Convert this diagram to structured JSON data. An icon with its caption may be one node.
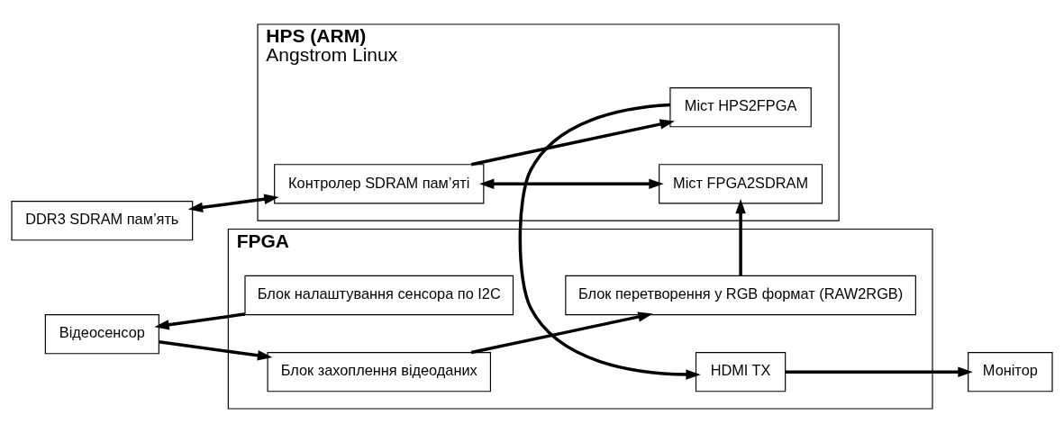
{
  "diagram": {
    "nodes": [
      {
        "text": [
          "DDR3 SDRAM пам’ять"
        ]
      },
      {
        "text": [
          "HPS (ARM)",
          "Angstrom Linux"
        ]
      },
      {
        "text": [
          "Контролер SDRAM пам’яті"
        ],
        "in": 1
      },
      {
        "text": [
          "Міст FPGA2SDRAM"
        ],
        "in": 1
      },
      {
        "text": [
          "Міст HPS2FPGA"
        ],
        "in": 1
      },
      {
        "text": [
          "FPGA"
        ]
      },
      {
        "text": [
          "Блок захоплення відеоданих"
        ],
        "in": 5
      },
      {
        "text": [
          "Блок перетворення у RGB формат (RAW2RGB)"
        ],
        "in": 5
      },
      {
        "text": [
          "HDMI TX"
        ],
        "in": 5
      },
      {
        "text": [
          "Відеосенсор"
        ]
      },
      {
        "text": [
          "Блок налаштування сенсора по I2C"
        ],
        "in": 5
      },
      {
        "text": [
          "Монітор"
        ]
      }
    ],
    "edges": [
      {
        "from": 0,
        "to": 2,
        "arrow": "both"
      },
      {
        "from": 2,
        "to": 4,
        "arrow": "to"
      },
      {
        "from": 2,
        "to": 3,
        "arrow": "both"
      },
      {
        "from": 4,
        "to": 8,
        "arrow": "to"
      },
      {
        "from": 7,
        "to": 3,
        "arrow": "to"
      },
      {
        "from": 9,
        "to": 6,
        "arrow": "to"
      },
      {
        "from": 6,
        "to": 7,
        "arrow": "to"
      },
      {
        "from": 10,
        "to": 9,
        "arrow": "to"
      },
      {
        "from": 8,
        "to": 11,
        "arrow": "to"
      }
    ]
  }
}
